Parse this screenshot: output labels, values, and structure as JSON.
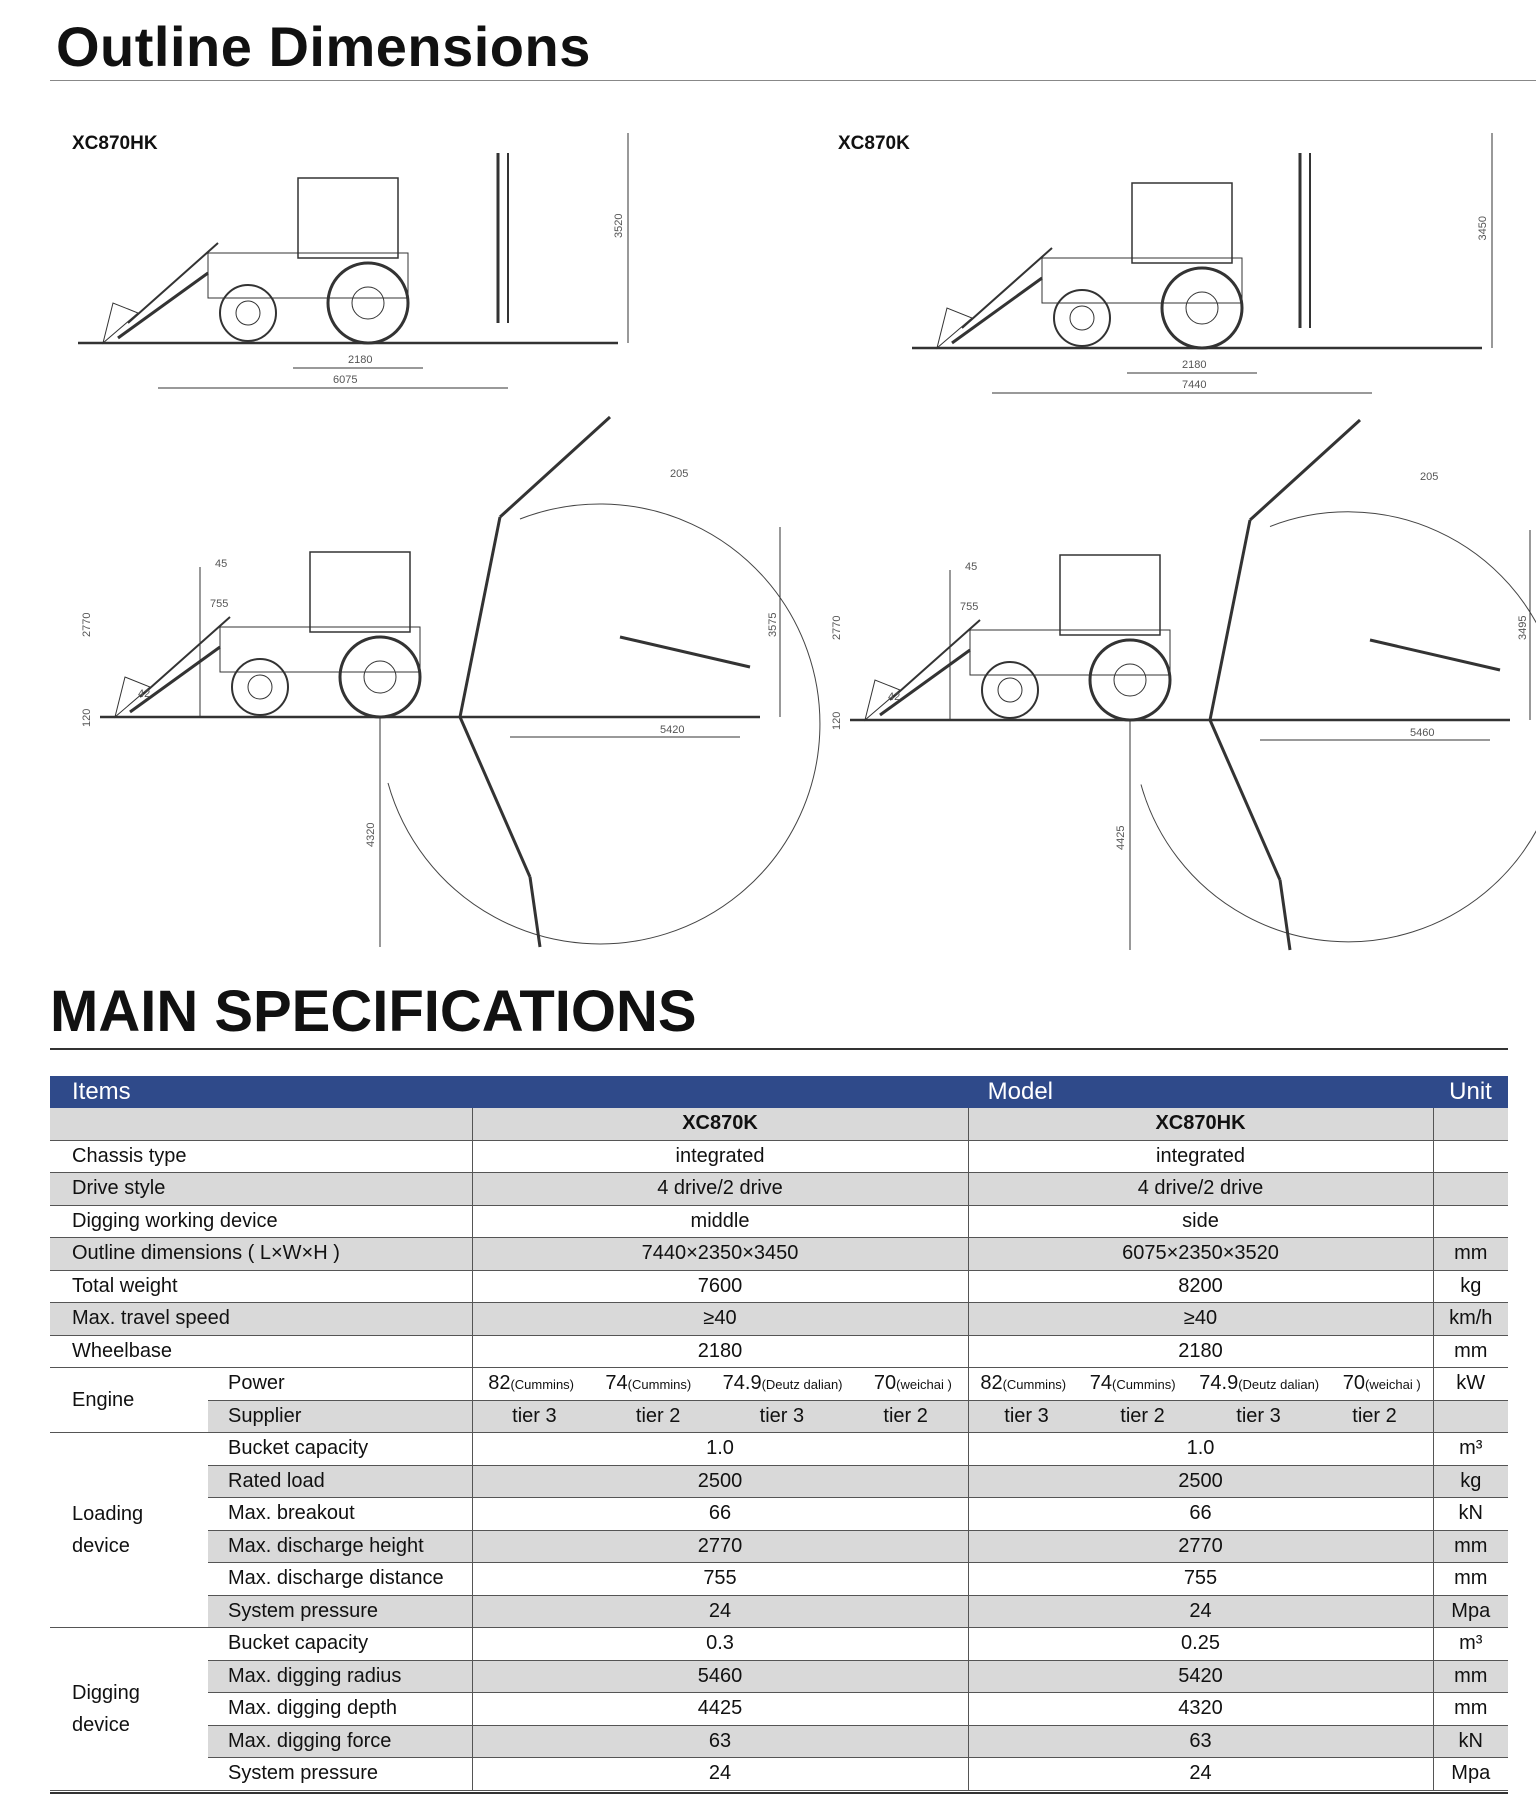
{
  "titles": {
    "outline": "Outline Dimensions",
    "specs": "MAIN SPECIFICATIONS"
  },
  "drawings": {
    "left_model": "XC870HK",
    "right_model": "XC870K",
    "left": {
      "height": "3520",
      "wheelbase": "2180",
      "length": "6075",
      "dump_height": "2770",
      "reach": "755",
      "angle1": "45",
      "angle2": "42",
      "ground": "120",
      "dig_height": "3575",
      "dig_radius": "5420",
      "dig_depth": "4320",
      "bucket_angle": "205"
    },
    "right": {
      "height": "3450",
      "wheelbase": "2180",
      "length": "7440",
      "dump_height": "2770",
      "reach": "755",
      "angle1": "45",
      "angle2": "42",
      "ground": "120",
      "dig_height": "3495",
      "dig_radius": "5460",
      "dig_depth": "4425",
      "bucket_angle": "205"
    }
  },
  "table": {
    "header": {
      "items": "Items",
      "model": "Model",
      "unit": "Unit"
    },
    "models": [
      "XC870K",
      "XC870HK"
    ],
    "rows": [
      {
        "label": "Chassis type",
        "a": "integrated",
        "b": "integrated",
        "unit": ""
      },
      {
        "label": "Drive style",
        "a": "4 drive/2 drive",
        "b": "4 drive/2 drive",
        "unit": ""
      },
      {
        "label": "Digging working device",
        "a": "middle",
        "b": "side",
        "unit": ""
      },
      {
        "label": "Outline dimensions ( L×W×H )",
        "a": "7440×2350×3450",
        "b": "6075×2350×3520",
        "unit": "mm"
      },
      {
        "label": "Total weight",
        "a": "7600",
        "b": "8200",
        "unit": "kg"
      },
      {
        "label": "Max. travel speed",
        "a": "≥40",
        "b": "≥40",
        "unit": "km/h"
      },
      {
        "label": "Wheelbase",
        "a": "2180",
        "b": "2180",
        "unit": "mm"
      }
    ],
    "engine": {
      "group": "Engine",
      "power_label": "Power",
      "supplier_label": "Supplier",
      "power_unit": "kW",
      "power": [
        {
          "v": "82",
          "s": "(Cummins)"
        },
        {
          "v": "74",
          "s": "(Cummins)"
        },
        {
          "v": "74.9",
          "s": "(Deutz dalian)"
        },
        {
          "v": "70",
          "s": "(weichai )"
        }
      ],
      "supplier": [
        "tier 3",
        "tier 2",
        "tier 3",
        "tier 2"
      ]
    },
    "loading": {
      "group_line1": "Loading",
      "group_line2": "device",
      "rows": [
        {
          "label": "Bucket capacity",
          "a": "1.0",
          "b": "1.0",
          "unit": "m³"
        },
        {
          "label": "Rated load",
          "a": "2500",
          "b": "2500",
          "unit": "kg"
        },
        {
          "label": "Max. breakout",
          "a": "66",
          "b": "66",
          "unit": "kN"
        },
        {
          "label": "Max. discharge height",
          "a": "2770",
          "b": "2770",
          "unit": "mm"
        },
        {
          "label": "Max. discharge distance",
          "a": "755",
          "b": "755",
          "unit": "mm"
        },
        {
          "label": "System pressure",
          "a": "24",
          "b": "24",
          "unit": "Mpa"
        }
      ]
    },
    "digging": {
      "group_line1": "Digging",
      "group_line2": "device",
      "rows": [
        {
          "label": "Bucket capacity",
          "a": "0.3",
          "b": "0.25",
          "unit": "m³"
        },
        {
          "label": "Max. digging radius",
          "a": "5460",
          "b": "5420",
          "unit": "mm"
        },
        {
          "label": "Max. digging depth",
          "a": "4425",
          "b": "4320",
          "unit": "mm"
        },
        {
          "label": "Max. digging force",
          "a": "63",
          "b": "63",
          "unit": "kN"
        },
        {
          "label": "System pressure",
          "a": "24",
          "b": "24",
          "unit": "Mpa"
        }
      ]
    }
  }
}
